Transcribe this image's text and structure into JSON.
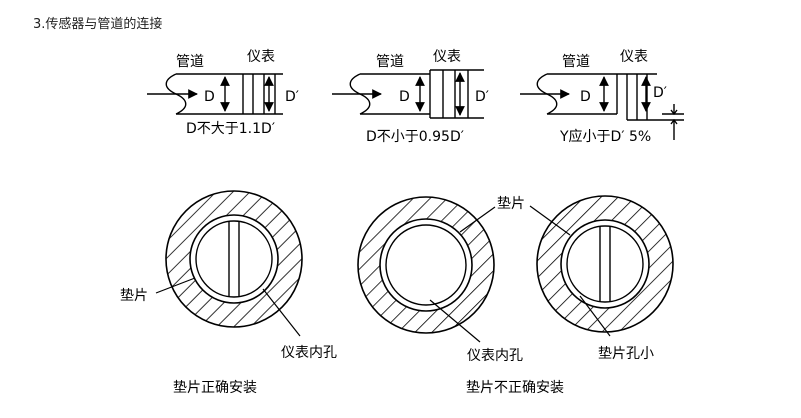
{
  "heading": "3.传感器与管道的连接",
  "top_row": [
    {
      "pipe_label": "管道",
      "meter_label": "仪表",
      "d_label": "D",
      "dprime_label": "D′",
      "caption": "D不大于1.1D′"
    },
    {
      "pipe_label": "管道",
      "meter_label": "仪表",
      "d_label": "D",
      "dprime_label": "D′",
      "caption": "D不小于0.95D′"
    },
    {
      "pipe_label": "管道",
      "meter_label": "仪表",
      "d_label": "D",
      "dprime_label": "D′",
      "caption": "Y应小于D′ 5%"
    }
  ],
  "bottom_row": {
    "gasket_label": "垫片",
    "bore_label": "仪表内孔",
    "small_hole_label": "垫片孔小",
    "caption_correct": "垫片正确安装",
    "caption_incorrect": "垫片不正确安装"
  }
}
